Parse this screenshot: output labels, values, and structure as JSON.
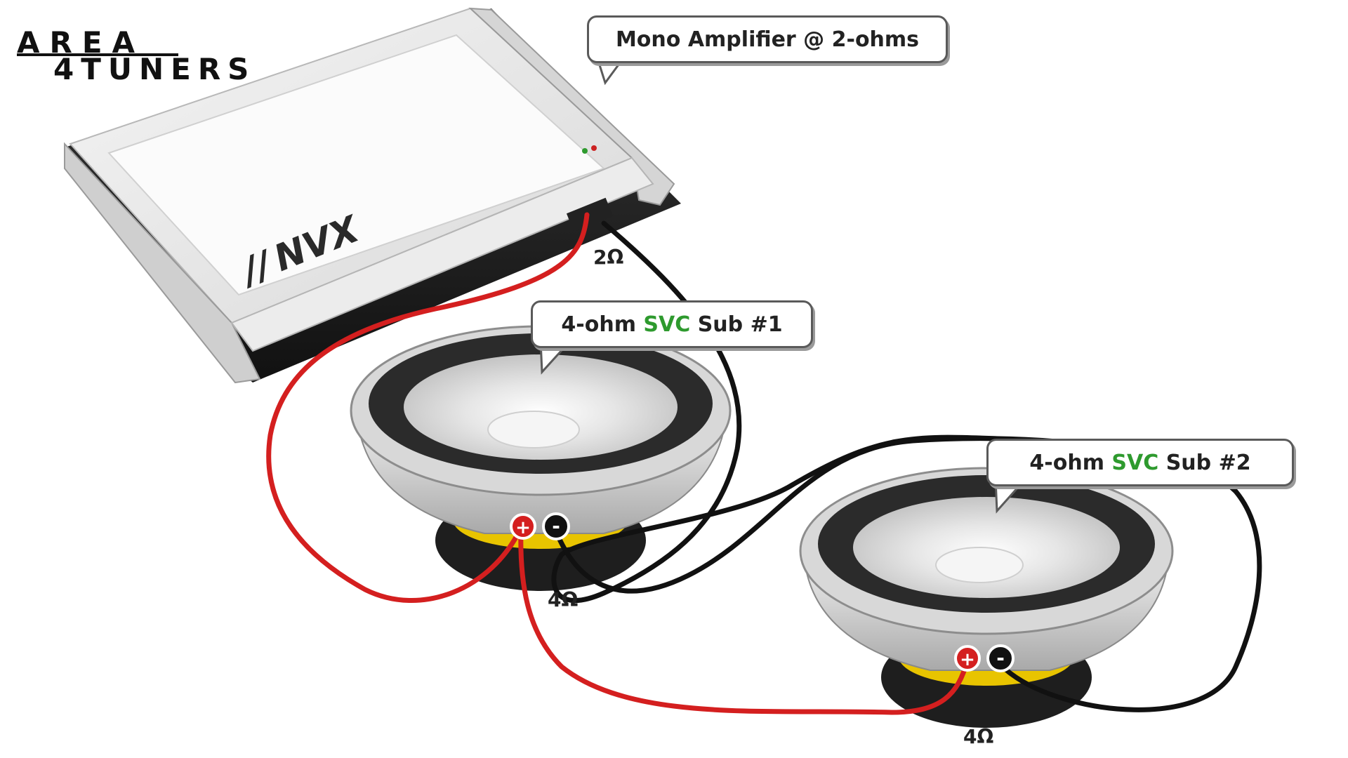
{
  "logo": {
    "line1": "AREA",
    "line2": "4TUNERS"
  },
  "amplifier": {
    "callout": "Mono Amplifier @ 2-ohms",
    "brand": "NVX",
    "impedance": "2Ω"
  },
  "sub1": {
    "callout_prefix": "4-ohm ",
    "callout_highlight": "SVC",
    "callout_suffix": " Sub #1",
    "impedance": "4Ω"
  },
  "sub2": {
    "callout_prefix": "4-ohm ",
    "callout_highlight": "SVC",
    "callout_suffix": " Sub #2",
    "impedance": "4Ω"
  },
  "terminals": {
    "positive": "+",
    "negative": "-"
  },
  "colors": {
    "positive_wire": "#d41f1f",
    "negative_wire": "#111111",
    "highlight": "#2e9a2e",
    "amp_body": "#e9e9e9",
    "speaker_surround": "#2b2b2b",
    "magnet": "#e8c400"
  }
}
